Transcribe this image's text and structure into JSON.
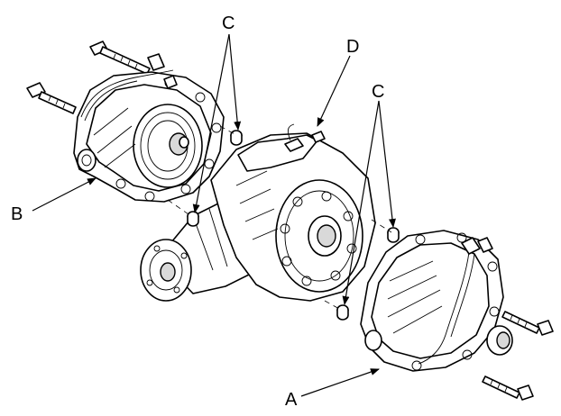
{
  "diagram": {
    "callouts": [
      {
        "id": "A",
        "label": "A"
      },
      {
        "id": "B",
        "label": "B"
      },
      {
        "id": "C1",
        "label": "C"
      },
      {
        "id": "C2",
        "label": "C"
      },
      {
        "id": "D",
        "label": "D"
      }
    ]
  },
  "colors": {
    "line": "#000000",
    "background": "#ffffff",
    "shade": "#d9d9d9"
  }
}
